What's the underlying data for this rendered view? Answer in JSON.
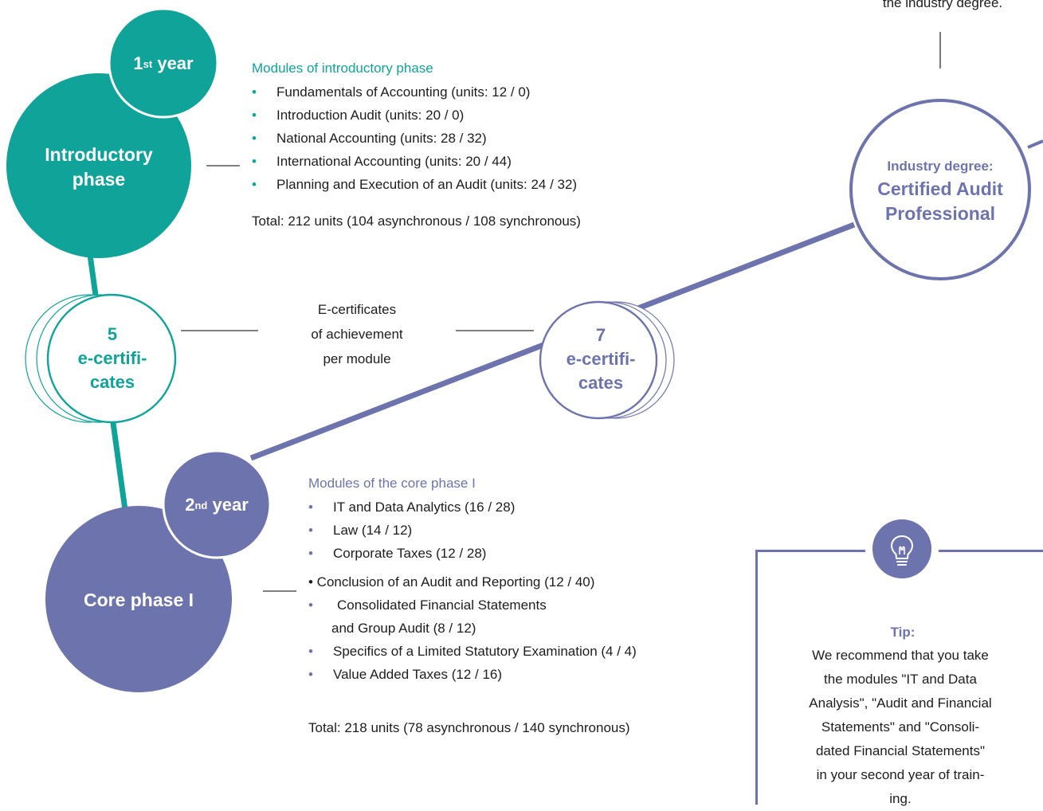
{
  "top_caption": "the industry degree.",
  "phases": {
    "intro": {
      "label_line1": "Introductory",
      "label_line2": "phase",
      "year_num": "1",
      "year_sup": "st",
      "year_word": "year"
    },
    "core": {
      "label": "Core phase I",
      "year_num": "2",
      "year_sup": "nd",
      "year_word": "year"
    }
  },
  "degree": {
    "line1": "Industry degree:",
    "line2": "Certified Audit",
    "line3": "Professional"
  },
  "certificates": {
    "left": {
      "count": "5",
      "line2": "e-certifi-",
      "line3": "cates"
    },
    "right": {
      "count": "7",
      "line2": "e-certifi-",
      "line3": "cates"
    },
    "caption": [
      "E-certificates",
      "of achievement",
      "per module"
    ]
  },
  "intro_modules": {
    "title": "Modules of introductory phase",
    "items": [
      "Fundamentals of Accounting (units: 12 / 0)",
      "Introduction Audit (units: 20 / 0)",
      "National Accounting (units: 28 / 32)",
      "International Accounting (units: 20 / 44)",
      "Planning and Execution of an Audit (units: 24 / 32)"
    ],
    "total": "Total: 212 units (104 asynchronous / 108 synchronous)"
  },
  "core_modules": {
    "title": "Modules of the core phase I",
    "items": [
      "IT and Data Analytics (16 / 28)",
      "Law (14 / 12)",
      "Corporate Taxes (12 / 28)"
    ],
    "item_nobullet": "• Conclusion of an Audit and Reporting (12 / 40)",
    "item_multi_line1": "Consolidated Financial Statements",
    "item_multi_line2": "and Group Audit (8 / 12)",
    "items_after": [
      "Specifics of a Limited Statutory Examination (4 / 4)",
      "Value Added Taxes (12 / 16)"
    ],
    "total": "Total: 218 units (78 asynchronous / 140 synchronous)"
  },
  "tip": {
    "icon": "lightbulb-icon",
    "title": "Tip:",
    "lines": [
      "We recommend that you take",
      "the modules \"IT and Data",
      "Analysis\", \"Audit and Financial",
      "Statements\" and \"Consoli-",
      "dated Financial Statements\"",
      "in your second year of train-",
      "ing."
    ]
  },
  "colors": {
    "teal": "#0fa39a",
    "purple": "#6d74ad"
  }
}
